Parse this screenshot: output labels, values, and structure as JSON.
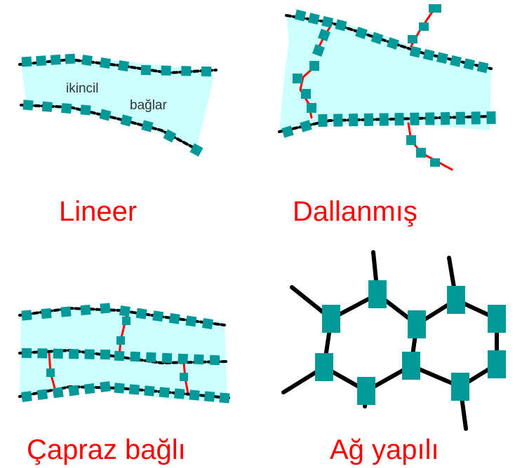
{
  "colors": {
    "background": "#ffffff",
    "fill": "#ccffff",
    "monomer": "#009999",
    "chain": "#000000",
    "crosslink": "#ff0000",
    "caption": "#ff0000",
    "label": "#333333"
  },
  "panels": {
    "linear": {
      "caption": "Lineer",
      "label_line1": "ikincil",
      "label_line2": "bağlar"
    },
    "branched": {
      "caption": "Dallanmış"
    },
    "crosslinked": {
      "caption": "Çapraz bağlı"
    },
    "network": {
      "caption": "Ağ yapılı"
    }
  }
}
